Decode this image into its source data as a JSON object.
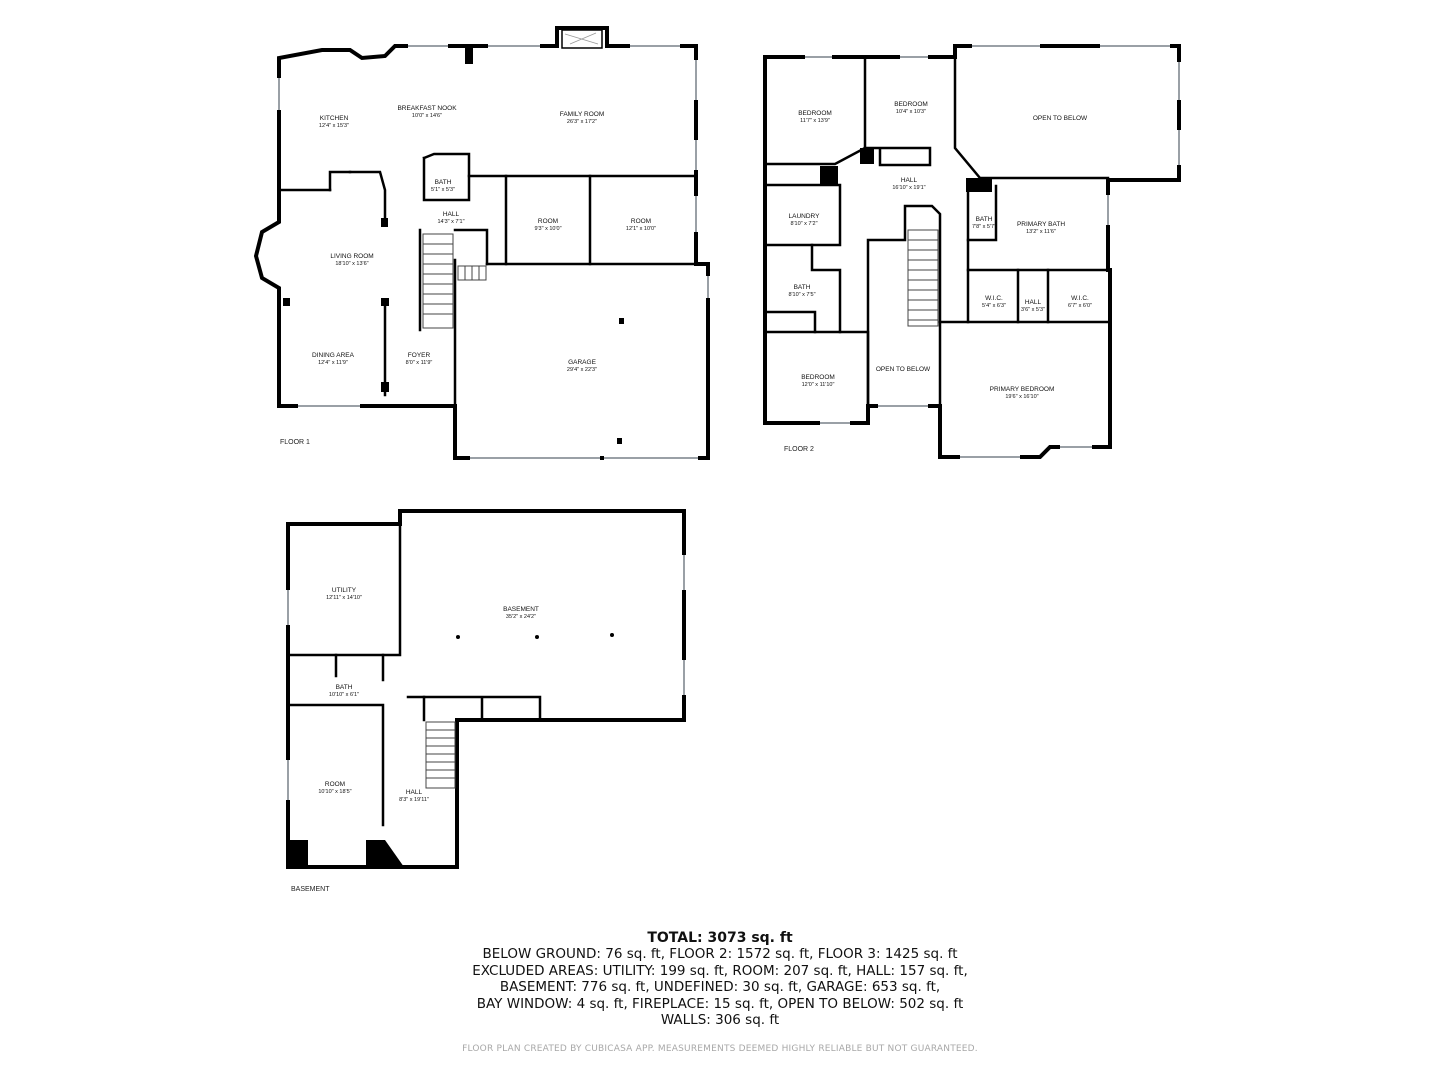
{
  "floors": [
    {
      "id": "floor1",
      "label": "FLOOR 1",
      "rooms": [
        {
          "name": "KITCHEN",
          "dims": "12'4\" x 15'3\""
        },
        {
          "name": "BREAKFAST NOOK",
          "dims": "10'0\" x 14'6\""
        },
        {
          "name": "FAMILY ROOM",
          "dims": "26'3\" x 17'2\""
        },
        {
          "name": "BATH",
          "dims": "5'1\" x 5'3\""
        },
        {
          "name": "HALL",
          "dims": "14'3\" x 7'1\""
        },
        {
          "name": "ROOM",
          "dims": "9'3\" x 10'0\""
        },
        {
          "name": "ROOM",
          "dims": "12'1\" x 10'0\""
        },
        {
          "name": "LIVING ROOM",
          "dims": "18'10\" x 13'6\""
        },
        {
          "name": "DINING AREA",
          "dims": "12'4\" x 11'9\""
        },
        {
          "name": "FOYER",
          "dims": "8'0\" x 11'9\""
        },
        {
          "name": "GARAGE",
          "dims": "29'4\" x 22'3\""
        }
      ]
    },
    {
      "id": "floor2",
      "label": "FLOOR 2",
      "rooms": [
        {
          "name": "BEDROOM",
          "dims": "11'7\" x 13'9\""
        },
        {
          "name": "BEDROOM",
          "dims": "10'4\" x 10'3\""
        },
        {
          "name": "OPEN TO BELOW",
          "dims": ""
        },
        {
          "name": "HALL",
          "dims": "16'10\" x 19'1\""
        },
        {
          "name": "LAUNDRY",
          "dims": "8'10\" x 7'2\""
        },
        {
          "name": "BATH",
          "dims": "7'8\" x 5'7\""
        },
        {
          "name": "PRIMARY BATH",
          "dims": "13'2\" x 11'6\""
        },
        {
          "name": "BATH",
          "dims": "8'10\" x 7'5\""
        },
        {
          "name": "W.I.C.",
          "dims": "5'4\" x 6'3\""
        },
        {
          "name": "HALL",
          "dims": "3'6\" x 5'3\""
        },
        {
          "name": "W.I.C.",
          "dims": "6'7\" x 6'0\""
        },
        {
          "name": "OPEN TO BELOW",
          "dims": ""
        },
        {
          "name": "BEDROOM",
          "dims": "12'0\" x 11'10\""
        },
        {
          "name": "PRIMARY BEDROOM",
          "dims": "19'6\" x 16'10\""
        }
      ]
    },
    {
      "id": "basement",
      "label": "BASEMENT",
      "rooms": [
        {
          "name": "UTILITY",
          "dims": "12'11\" x 14'10\""
        },
        {
          "name": "BASEMENT",
          "dims": "35'2\" x 24'2\""
        },
        {
          "name": "BATH",
          "dims": "10'10\" x 6'1\""
        },
        {
          "name": "ROOM",
          "dims": "10'10\" x 18'5\""
        },
        {
          "name": "HALL",
          "dims": "8'3\" x 19'11\""
        }
      ]
    }
  ],
  "summary": {
    "total": "TOTAL: 3073 sq. ft",
    "lines": [
      "BELOW GROUND: 76 sq. ft, FLOOR 2: 1572 sq. ft, FLOOR 3: 1425 sq. ft",
      "EXCLUDED AREAS: UTILITY: 199 sq. ft, ROOM: 207 sq. ft, HALL: 157 sq. ft,",
      "BASEMENT: 776 sq. ft, UNDEFINED: 30 sq. ft, GARAGE: 653 sq. ft,",
      "BAY WINDOW: 4 sq. ft, FIREPLACE: 15 sq. ft, OPEN TO BELOW: 502 sq. ft",
      "WALLS: 306 sq. ft"
    ]
  },
  "disclaimer": "FLOOR PLAN CREATED BY CUBICASA APP. MEASUREMENTS DEEMED HIGHLY RELIABLE BUT NOT GUARANTEED."
}
